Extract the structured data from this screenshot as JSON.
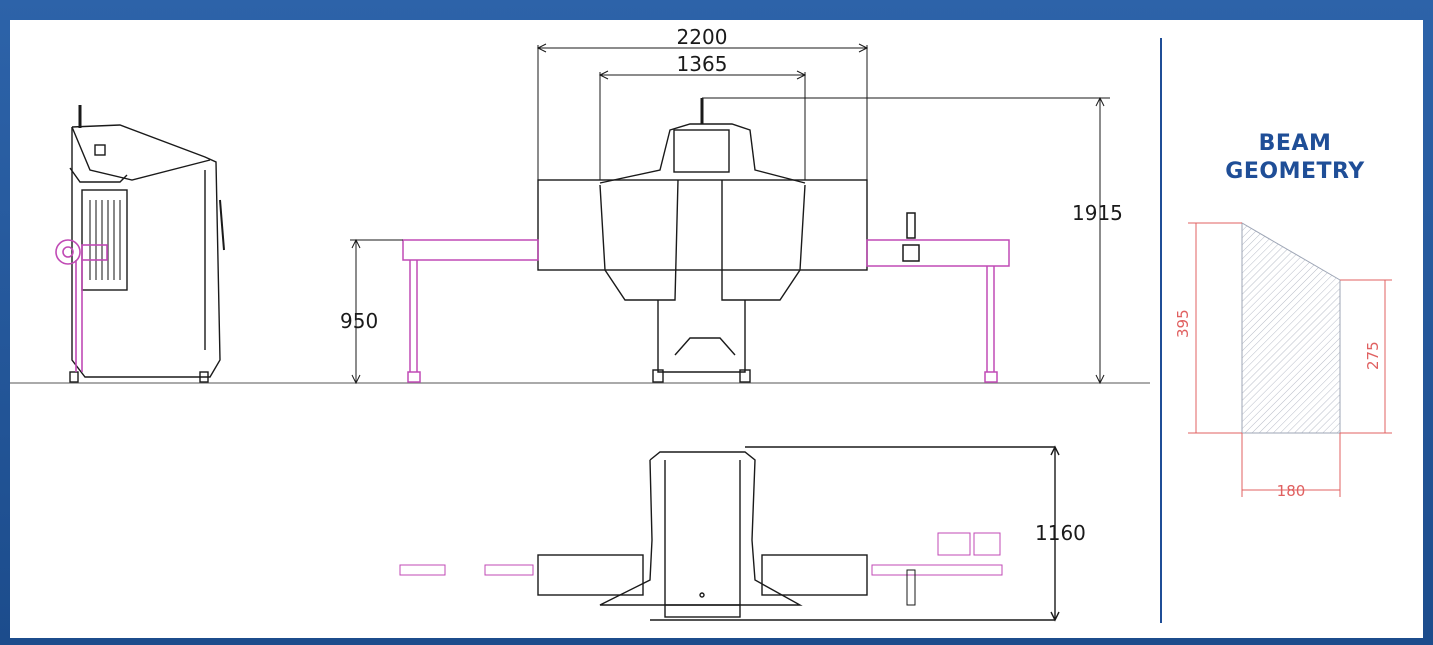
{
  "panel_title": "BEAM\nGEOMETRY",
  "front_dims": {
    "overall_width": "2200",
    "tunnel_width": "1365",
    "height_total": "1915",
    "conveyor_height": "950"
  },
  "top_dims": {
    "depth": "1160"
  },
  "beam": {
    "left_height": "395",
    "right_height": "275",
    "base_width": "180"
  },
  "colors": {
    "line": "#1a1a1a",
    "accent": "#c04ab5",
    "dim_red": "#e06060",
    "title_blue": "#1f4e97"
  }
}
